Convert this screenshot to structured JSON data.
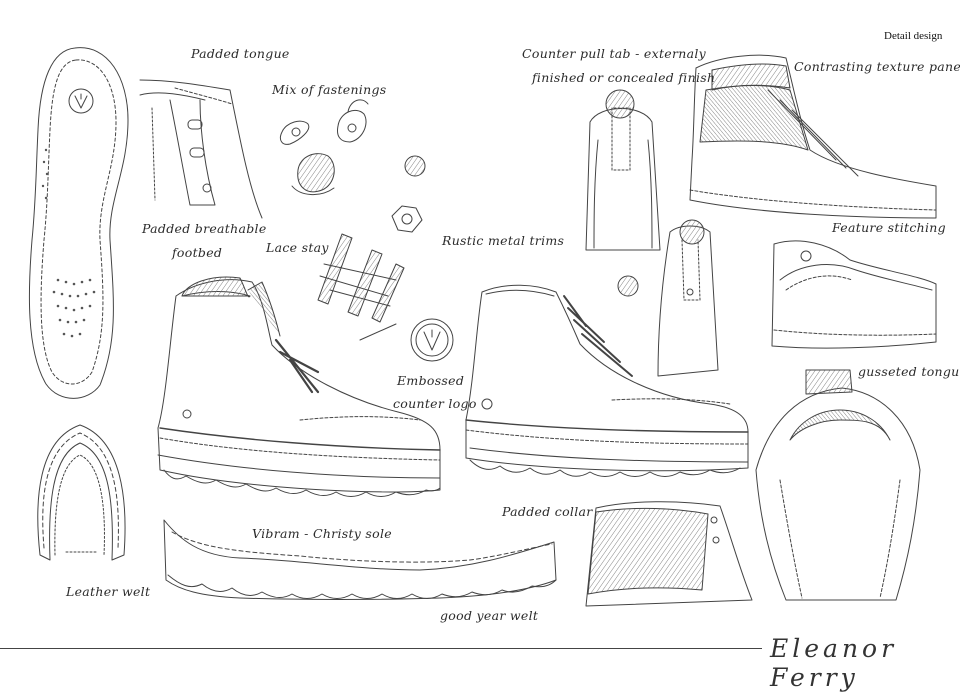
{
  "header": {
    "title": "Detail design"
  },
  "annotations": {
    "padded_tongue": "Padded tongue",
    "mix_of_fastenings": "Mix of fastenings",
    "counter_pull_tab_1": "Counter pull tab - externaly",
    "counter_pull_tab_2": "finished or concealed finish",
    "contrasting_texture_panels": "Contrasting texture panels",
    "padded_footbed_1": "Padded breathable",
    "padded_footbed_2": "footbed",
    "lace_stay": "Lace stay",
    "rustic_metal_trims": "Rustic metal trims",
    "feature_stitching": "Feature stitching",
    "embossed_logo_1": "Embossed",
    "embossed_logo_2": "counter logo",
    "gusseted_tongue": "gusseted tongue",
    "padded_collar": "Padded collar",
    "vibram_sole": "Vibram - Christy sole",
    "leather_welt": "Leather welt",
    "good_year_welt": "good year welt"
  },
  "footer": {
    "signature": "Eleanor Ferry"
  },
  "colors": {
    "ink": "#333333",
    "shade": "#9a9a9a",
    "paper": "#ffffff"
  }
}
